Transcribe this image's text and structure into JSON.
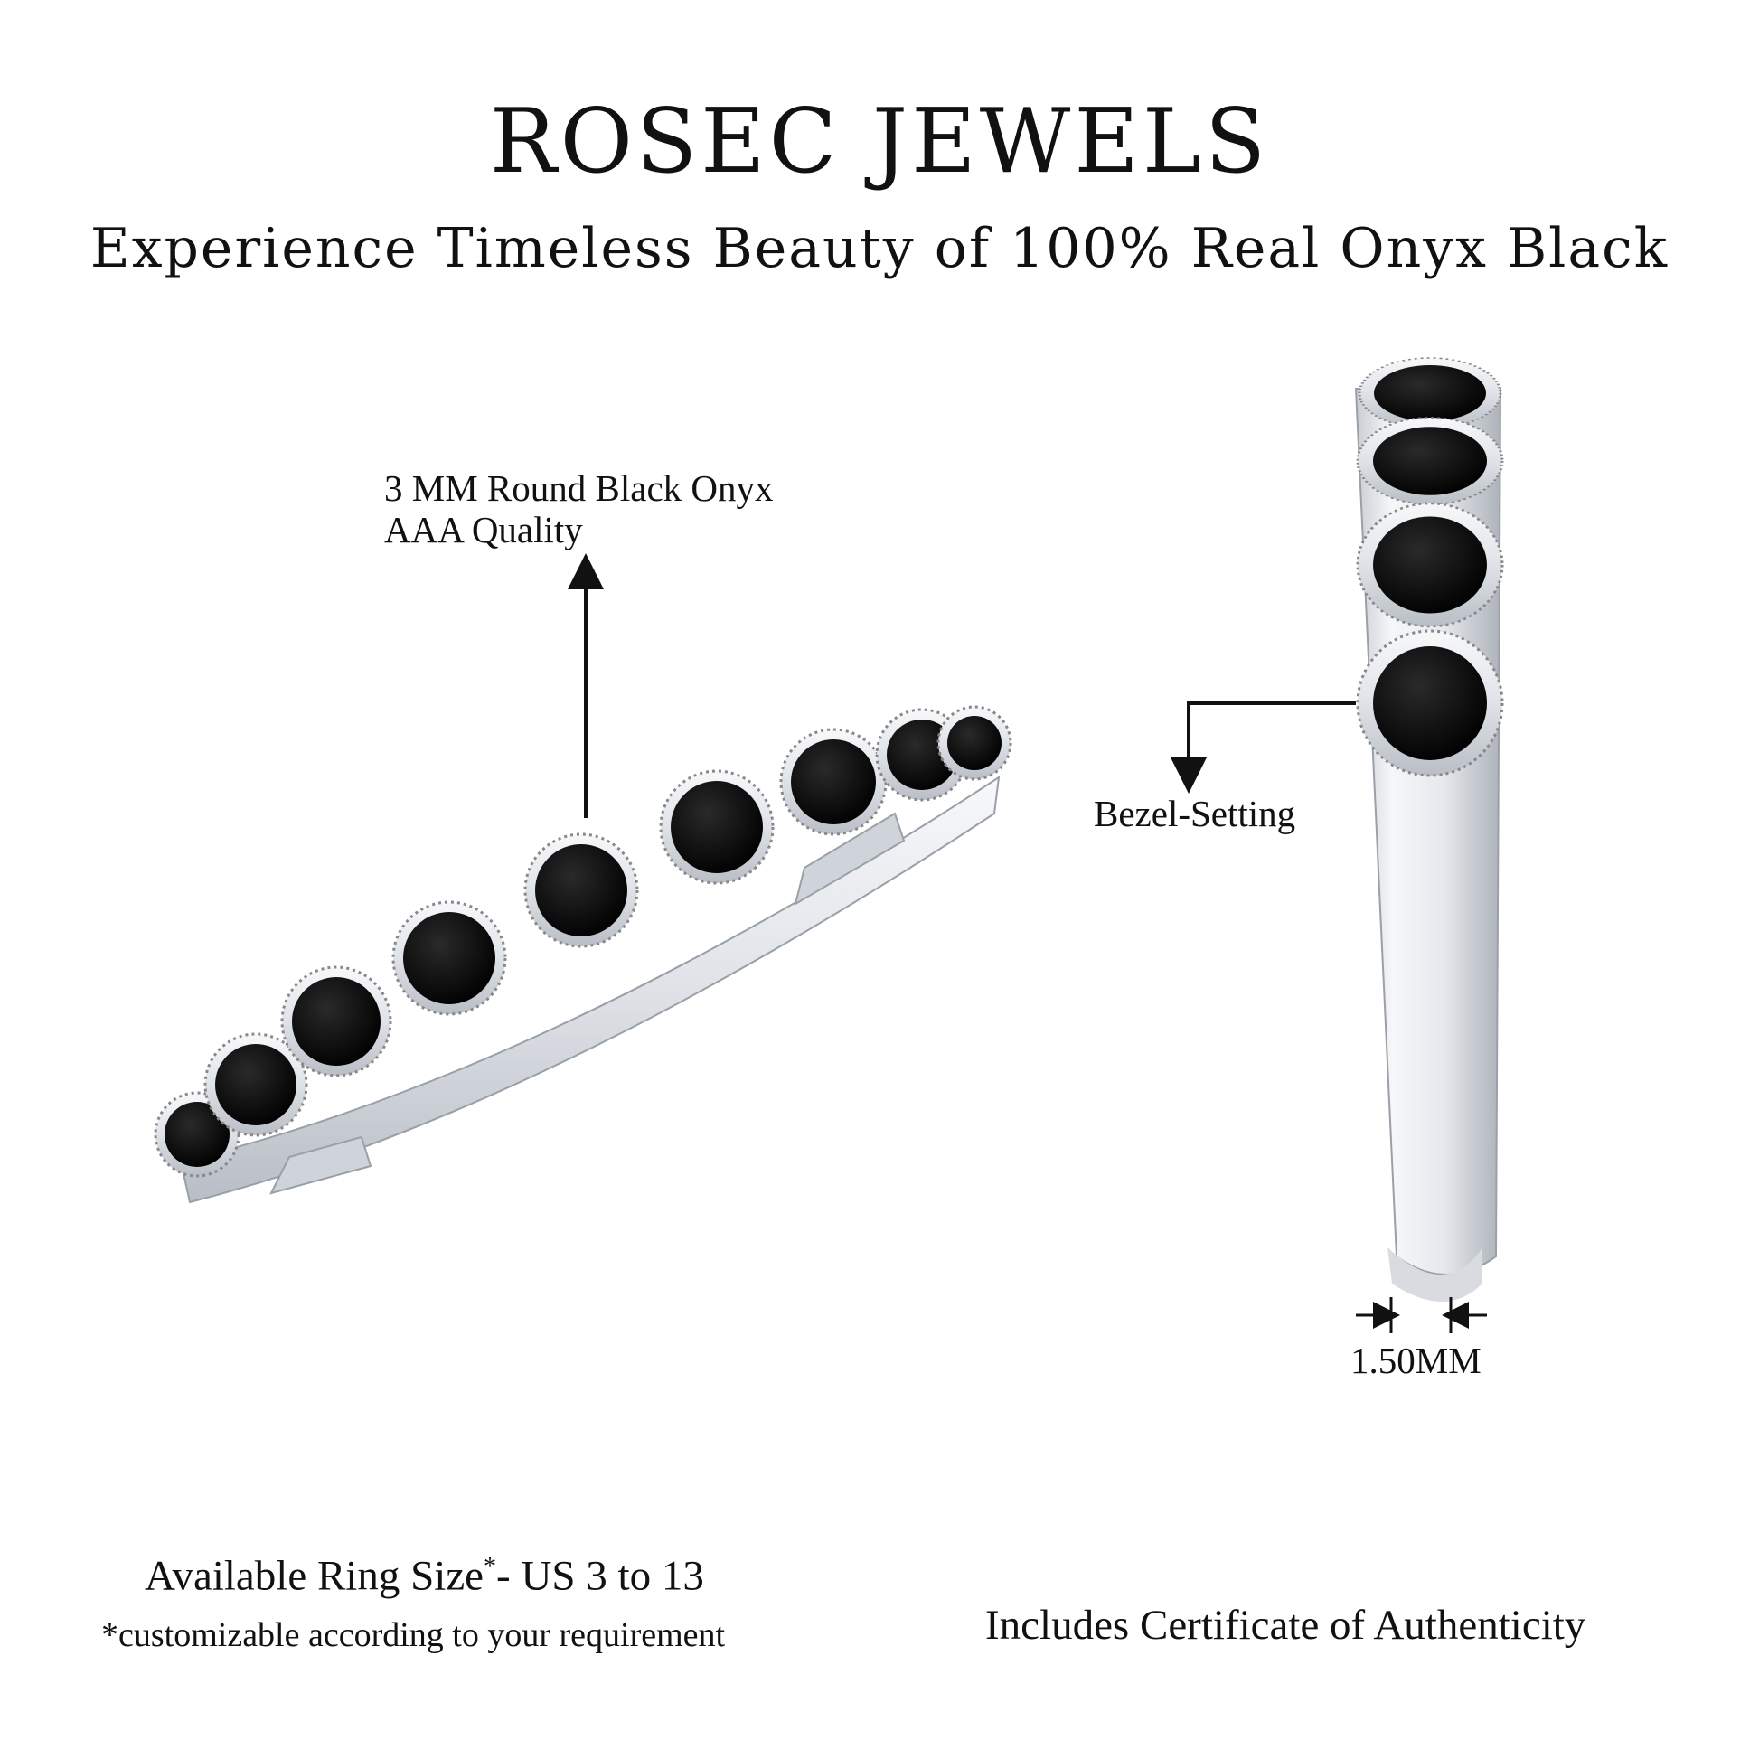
{
  "header": {
    "brand": "ROSEC JEWELS",
    "tagline": "Experience Timeless Beauty of 100% Real Onyx Black"
  },
  "annotations": {
    "stone_line1": "3 MM Round Black Onyx",
    "stone_line2": "AAA Quality",
    "setting": "Bezel-Setting",
    "band_width": "1.50MM"
  },
  "footer": {
    "ring_size_label": "Available Ring Size",
    "ring_size_mark": "*",
    "ring_size_value": "- US 3 to 13",
    "ring_size_note": "*customizable according to your requirement",
    "certificate": "Includes Certificate of Authenticity"
  },
  "colors": {
    "metal": "#e4e7ec",
    "stone": "#0a0a0a",
    "text": "#111111"
  }
}
